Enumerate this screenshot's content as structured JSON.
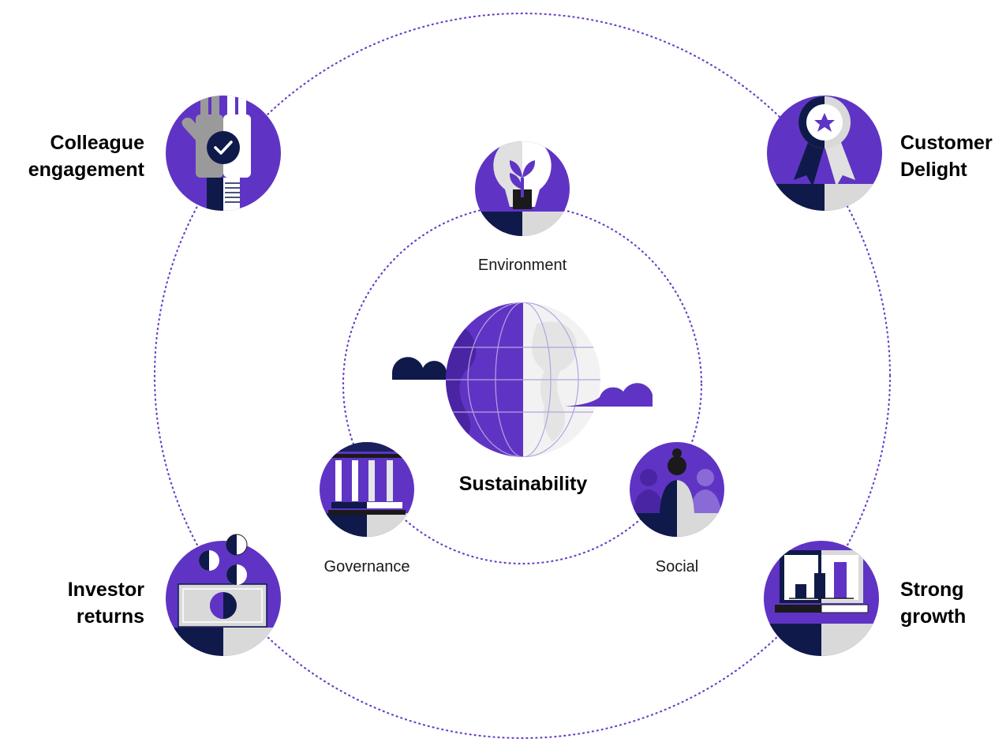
{
  "center": {
    "label": "Sustainability"
  },
  "inner_pillars": [
    {
      "label": "Environment",
      "icon": "plant-bulb-icon"
    },
    {
      "label": "Governance",
      "icon": "bank-building-icon"
    },
    {
      "label": "Social",
      "icon": "people-group-icon"
    }
  ],
  "outer_outcomes": [
    {
      "line1": "Colleague",
      "line2": "engagement",
      "icon": "raised-hand-check-icon"
    },
    {
      "line1": "Customer",
      "line2": "Delight",
      "icon": "award-ribbon-star-icon"
    },
    {
      "line1": "Investor",
      "line2": "returns",
      "icon": "coins-banknote-icon"
    },
    {
      "line1": "Strong",
      "line2": "growth",
      "icon": "laptop-bar-chart-icon"
    }
  ],
  "colors": {
    "purple": "#5f34c4",
    "light_purple": "#8a6ad6",
    "navy": "#0f1a4a",
    "light_gray": "#d9d9d9",
    "dotted_ring": "#6a40c8"
  }
}
